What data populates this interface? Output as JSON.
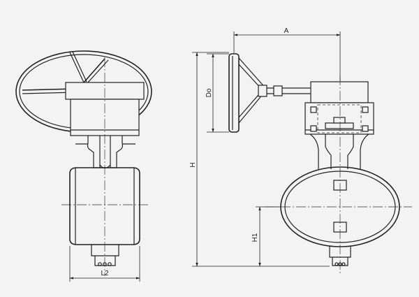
{
  "dimensions": {
    "A": "A",
    "Do": "Do",
    "H": "H",
    "H1": "H1",
    "L2": "L2"
  }
}
